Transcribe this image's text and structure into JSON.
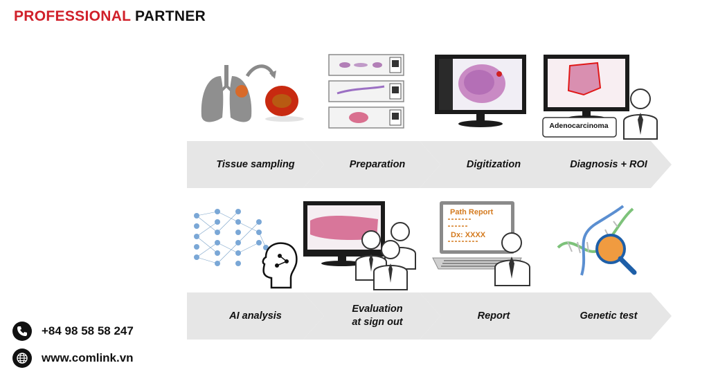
{
  "brand": {
    "part1": "PROFESSIONAL",
    "part2": "PARTNER",
    "color_primary": "#d0202a"
  },
  "workflow": {
    "row1": [
      {
        "label": "Tissue sampling"
      },
      {
        "label": "Preparation"
      },
      {
        "label": "Digitization"
      },
      {
        "label": "Diagnosis + ROI"
      }
    ],
    "row2": [
      {
        "label": "AI analysis"
      },
      {
        "label": "Evaluation\nat sign out"
      },
      {
        "label": "Report"
      },
      {
        "label": "Genetic test"
      }
    ]
  },
  "illustrations": {
    "diagnosis_box": "Adenocarcinoma",
    "report_title": "Path Report",
    "report_dx": "Dx: XXXX"
  },
  "contact": {
    "phone": "+84 98 58 58 247",
    "website": "www.comlink.vn",
    "phone_icon": "phone-icon",
    "globe_icon": "globe-icon"
  }
}
